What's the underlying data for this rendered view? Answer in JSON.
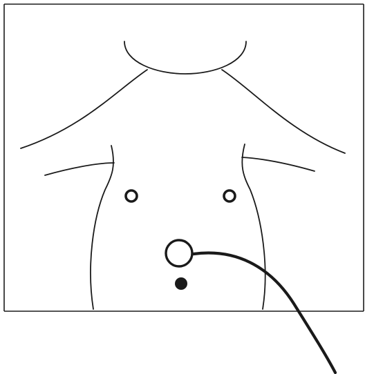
{
  "diagram": {
    "subject": "torso-outline",
    "markers": {
      "left_port": {
        "kind": "open-circle"
      },
      "right_port": {
        "kind": "open-circle"
      },
      "central_port": {
        "kind": "open-circle-with-tube"
      },
      "lower_point": {
        "kind": "filled-dot"
      }
    },
    "colors": {
      "stroke": "#1a1a1a",
      "background": "#ffffff",
      "tube": "#1a1a1a"
    }
  }
}
